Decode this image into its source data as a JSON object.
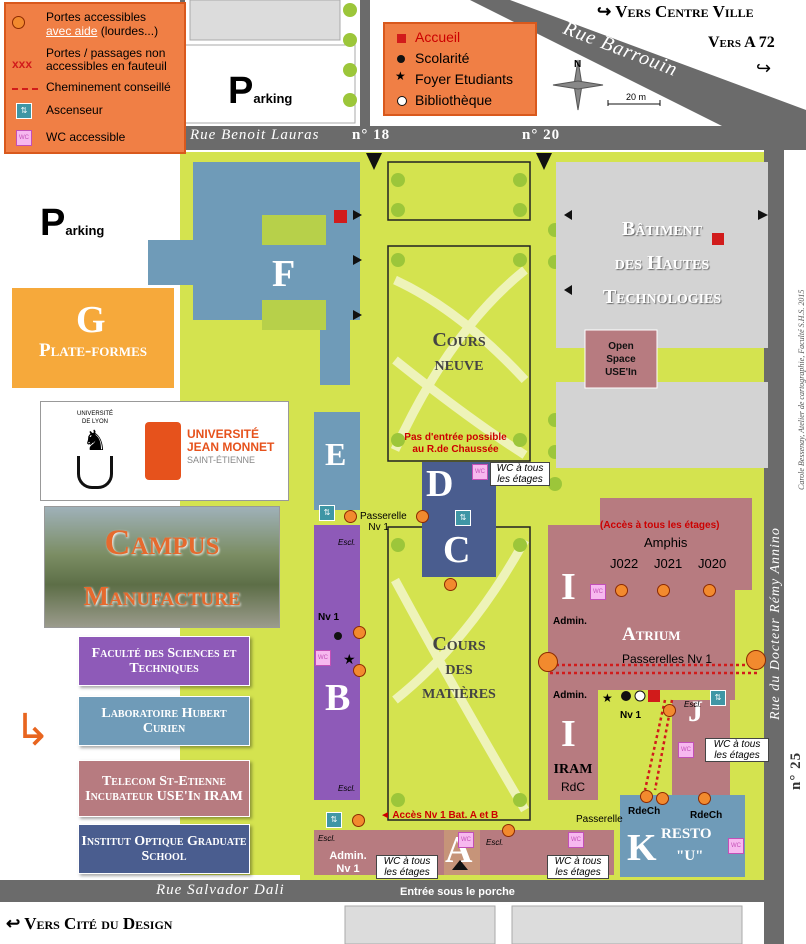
{
  "legend": {
    "items": [
      {
        "label_a": "Portes accessibles",
        "label_b": "avec aide",
        "label_c": " (lourdes...)"
      },
      {
        "symbol": "xxx",
        "label": "Portes / passages non accessibles en fauteuil"
      },
      {
        "label": "Cheminement conseillé"
      },
      {
        "label": "Ascenseur"
      },
      {
        "label": "WC accessible"
      }
    ],
    "services": [
      "Accueil",
      "Scolarité",
      "Foyer Etudiants",
      "Bibliothèque"
    ]
  },
  "directions": {
    "centre_ville": "Vers Centre Ville",
    "a72": "Vers A 72",
    "cite_design": "Vers Cité du Design"
  },
  "streets": {
    "barrouin": "Rue Barrouin",
    "benoit_lauras": "Rue Benoit Lauras",
    "num18": "n° 18",
    "num20": "n° 20",
    "remy_annino": "Rue du Docteur Rémy Annino",
    "num25": "n° 25",
    "salvador_dali": "Rue Salvador Dali"
  },
  "scale": "20 m",
  "compass": "N",
  "credit": "Carole Bessenay, Atelier de cartographie, Faculté S.H.S. 2015",
  "parking": {
    "p": "P",
    "rest": "arking"
  },
  "buildings": {
    "F": "F",
    "G": "G",
    "G_name": "Plate-formes",
    "E": "E",
    "D": "D",
    "C": "C",
    "B": "B",
    "A": "A",
    "I": "I",
    "K": "K",
    "J": "J",
    "hautes_tech": [
      "Bâtiment",
      "des Hautes",
      "Technologies"
    ],
    "open_space": [
      "Open",
      "Space",
      "USE'In"
    ],
    "cours_neuve": [
      "Cours",
      "neuve"
    ],
    "cours_matieres": [
      "Cours",
      "des",
      "matières"
    ],
    "amphis_access": "(Accès à tous les étages)",
    "amphis": "Amphis",
    "j022": "J022",
    "j021": "J021",
    "j020": "J020",
    "atrium": "Atrium",
    "passerelles_nv1": "Passerelles Nv 1",
    "admin": "Admin.",
    "iram": "IRAM",
    "rdc": "RdC",
    "nv1": "Nv 1",
    "resto": "RESTO",
    "resto_u": "\"U\"",
    "rdech": "RdeCh",
    "escl": "Escl.",
    "admin_nv1": [
      "Admin.",
      "Nv 1"
    ],
    "passerelle": "Passerelle",
    "passerelle_nv1": "Nv 1"
  },
  "notes": {
    "pas_entree": [
      "Pas d'entrée possible",
      "au R.de Chaussée"
    ],
    "wc_tous": [
      "WC à tous",
      "les étages"
    ],
    "acces_nv1": "Accès Nv 1 Bat. A et B",
    "entree_porche": "Entrée sous le porche"
  },
  "logos": {
    "udl": [
      "UNIVERSITÉ",
      "DE LYON"
    ],
    "ujm_a": "UNIVERSITÉ",
    "ujm_b": "JEAN MONNET",
    "ujm_c": "SAINT-ÉTIENNE"
  },
  "campus": [
    "Campus",
    "Manufacture"
  ],
  "categories": [
    {
      "label": "Faculté des Sciences et Techniques",
      "color": "#8e5ab8"
    },
    {
      "label": "Laboratoire Hubert Curien",
      "color": "#6f9bb8"
    },
    {
      "label": "Telecom St-Etienne Incubateur USE'In IRAM",
      "color": "#b77b80"
    },
    {
      "label": "Institut Optique Graduate School",
      "color": "#4a5d8f"
    }
  ],
  "colors": {
    "ground": "#d4e34f",
    "road": "#6b6b6b",
    "facultes": "#8e5ab8",
    "labo": "#6f9bb8",
    "telecom": "#b77b80",
    "optique": "#4a5d8f",
    "hautes": "#d3d3d3",
    "g_orange": "#f6a93b",
    "legend_bg": "#f07f45"
  }
}
